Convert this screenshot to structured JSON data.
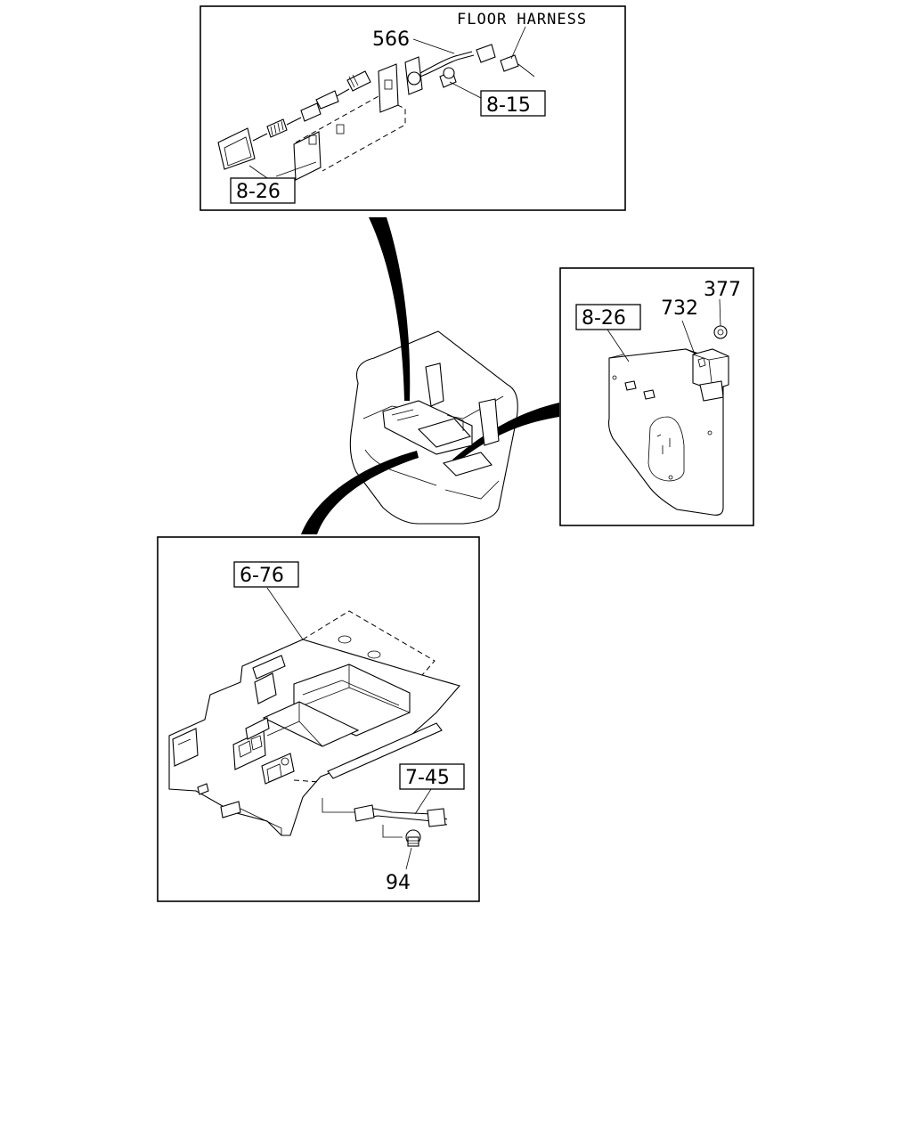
{
  "diagram": {
    "top_panel": {
      "floor_harness": "FLOOR HARNESS",
      "part_566": "566",
      "ref_8_15": "8-15",
      "ref_8_26": "8-26"
    },
    "right_panel": {
      "ref_8_26": "8-26",
      "part_732": "732",
      "part_377": "377"
    },
    "bottom_panel": {
      "ref_6_76": "6-76",
      "ref_7_45": "7-45",
      "part_94": "94"
    }
  }
}
